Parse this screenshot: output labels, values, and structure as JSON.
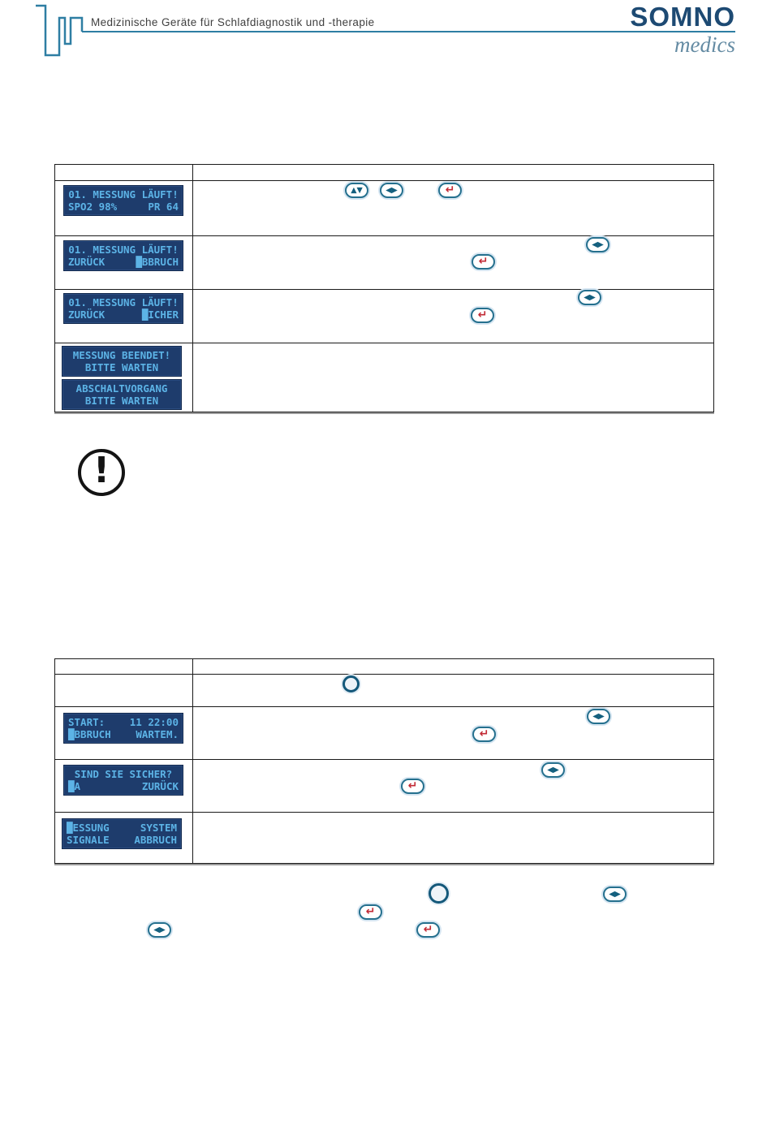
{
  "header": {
    "tagline": "Medizinische Geräte für Schlafdiagnostik und -therapie",
    "brand_top": "SOMNO",
    "brand_bottom": "medics"
  },
  "warning": {
    "glyph": "!"
  },
  "icons": {
    "updown": "▲▼",
    "leftright": "◀▶",
    "enter": "↵"
  },
  "colors": {
    "teal": "#25708e",
    "lcd_bg": "#1e3c6c",
    "lcd_text": "#5cb3e6",
    "enter_red": "#c22a35"
  },
  "lcds": {
    "t1r1": {
      "l1c": "01. MESSUNG LÄUFT!",
      "l2l": "SPO2 98%",
      "l2r": "PR 64"
    },
    "t1r2": {
      "l1c": "01. MESSUNG LÄUFT!",
      "l2l": "ZURÜCK",
      "l2r": "█BBRUCH"
    },
    "t1r3": {
      "l1c": "01. MESSUNG LÄUFT!",
      "l2l": "ZURÜCK",
      "l2r": "█ICHER"
    },
    "t1r4a": {
      "l1c": "MESSUNG BEENDET!",
      "l2c": "BITTE WARTEN"
    },
    "t1r4b": {
      "l1c": "ABSCHALTVORGANG",
      "l2c": "BITTE WARTEN"
    },
    "t2r2": {
      "l1l": "START:",
      "l1r": "11 22:00",
      "l2l": "█BBRUCH",
      "l2r": "WARTEM."
    },
    "t2r3": {
      "l1c": "SIND SIE SICHER?",
      "l2l": "█A",
      "l2r": "ZURÜCK"
    },
    "t2r4": {
      "l1l": "█ESSUNG",
      "l1r": "SYSTEM",
      "l2l": "SIGNALE",
      "l2r": "ABBRUCH"
    }
  }
}
